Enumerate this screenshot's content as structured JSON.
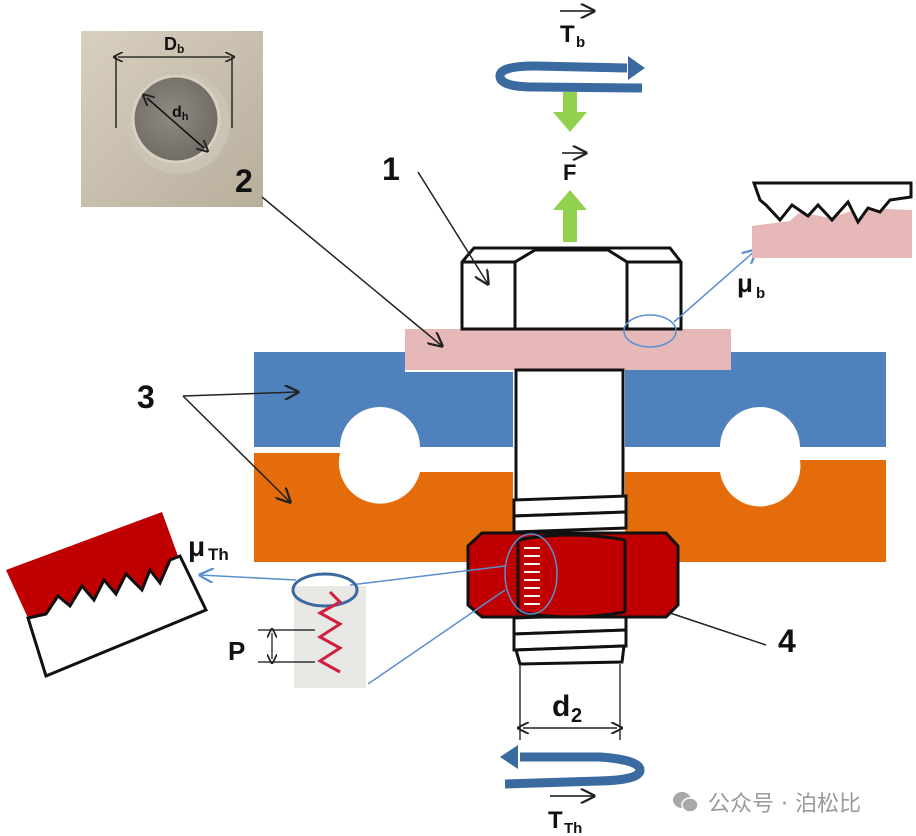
{
  "diagram": {
    "title": "Bolted joint friction and torque diagram",
    "parts": [
      {
        "id": "1",
        "label": "1",
        "name": "Bolt head"
      },
      {
        "id": "2",
        "label": "2",
        "name": "Washer"
      },
      {
        "id": "3",
        "label": "3",
        "name": "Clamped plates"
      },
      {
        "id": "4",
        "label": "4",
        "name": "Nut"
      }
    ],
    "quantities": {
      "bolt_torque": {
        "symbol": "T",
        "subscript": "b"
      },
      "force": {
        "symbol": "F"
      },
      "thread_torque": {
        "symbol": "T",
        "subscript": "Th"
      },
      "head_friction": {
        "symbol": "μ",
        "subscript": "b"
      },
      "thread_friction": {
        "symbol": "μ",
        "subscript": "Th"
      },
      "pitch": {
        "symbol": "P"
      },
      "pitch_diameter": {
        "symbol": "d",
        "subscript": "2"
      },
      "bearing_diameter": {
        "symbol": "D",
        "subscript": "b"
      },
      "hole_diameter": {
        "symbol": "d",
        "subscript": "h"
      }
    },
    "colors": {
      "upper_plate": "#4f81bd",
      "lower_plate": "#e46c0a",
      "washer": "#e6b8b7",
      "nut": "#c00000",
      "torque_arrow": "#3a6aa0",
      "force_arrow": "#92d050",
      "callout_line": "#5b8fd0"
    }
  },
  "watermark": {
    "text": "公众号 · 泊松比"
  }
}
